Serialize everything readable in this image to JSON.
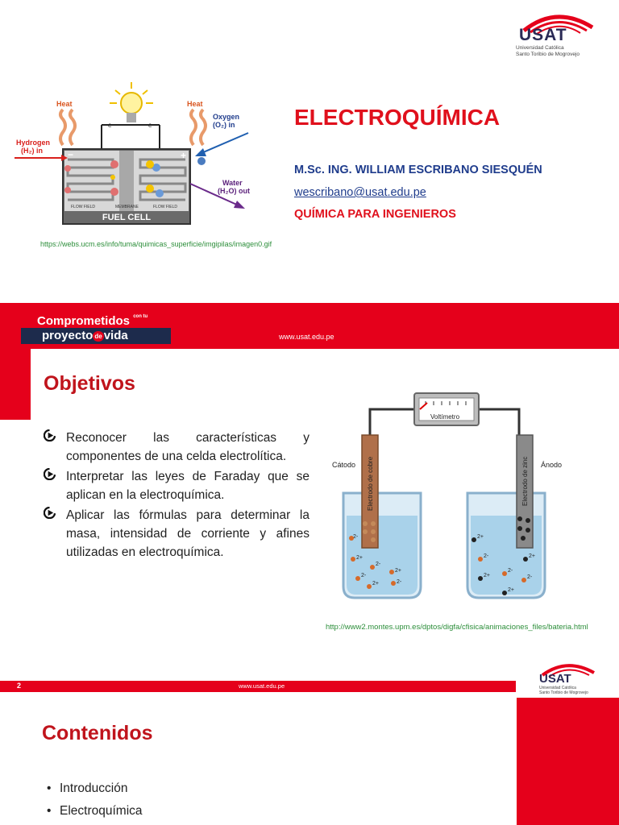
{
  "logo": {
    "name": "USAT",
    "subtitle_line1": "Universidad Católica",
    "subtitle_line2": "Santo Toribio de Mogrovejo"
  },
  "slide1": {
    "title": "ELECTROQUÍMICA",
    "author": "M.Sc. ING. WILLIAM ESCRIBANO SIESQUÉN",
    "email": "wescribano@usat.edu.pe",
    "course": "QUÍMICA PARA INGENIEROS",
    "image_source": "https://webs.ucm.es/info/tuma/quimicas_superficie/imgipilas/imagen0.gif",
    "diagram": {
      "heat_left": "Heat",
      "heat_right": "Heat",
      "hydrogen": "Hydrogen",
      "hydrogen_formula": "(H₂) in",
      "oxygen": "Oxygen",
      "oxygen_formula": "(O₂) in",
      "water": "Water",
      "water_formula": "(H₂O) out",
      "fuel_cell": "FUEL CELL",
      "flow_field_left": "FLOW FIELD",
      "membrane": "MEMBRANE",
      "flow_field_right": "FLOW FIELD",
      "minus": "−",
      "plus": "+",
      "e_left": "e",
      "e_right": "e"
    }
  },
  "banner": {
    "line1": "Comprometidos",
    "con_tu": "con tu",
    "line2_a": "proyecto",
    "line2_de": "de",
    "line2_b": "vida",
    "url": "www.usat.edu.pe"
  },
  "slide2": {
    "title": "Objetivos",
    "bullets": [
      "Reconocer las características y componentes de una celda electrolítica.",
      "Interpretar las leyes de Faraday que se aplican en la electroquímica.",
      "Aplicar las fórmulas para determinar la masa, intensidad de corriente y afines utilizadas en electroquímica."
    ],
    "diagram": {
      "voltmeter": "Voltímetro",
      "cathode": "Cátodo",
      "anode": "Ánodo",
      "copper_electrode": "Electrodo de cobre",
      "zinc_electrode": "Electrodo de zinc",
      "ion_2plus": "2+",
      "ion_2minus": "2-"
    },
    "image_source": "http://www2.montes.upm.es/dptos/digfa/cfisica/animaciones_files/bateria.html",
    "page_number": "2",
    "footer_url": "www.usat.edu.pe"
  },
  "slide3": {
    "title": "Contenidos",
    "items": [
      "Introducción",
      "Electroquímica"
    ]
  },
  "colors": {
    "red": "#e5001b",
    "title_red": "#c0141c",
    "navy": "#1d2b4c",
    "link_blue": "#1f3c8c",
    "source_green": "#2c8e3a"
  }
}
